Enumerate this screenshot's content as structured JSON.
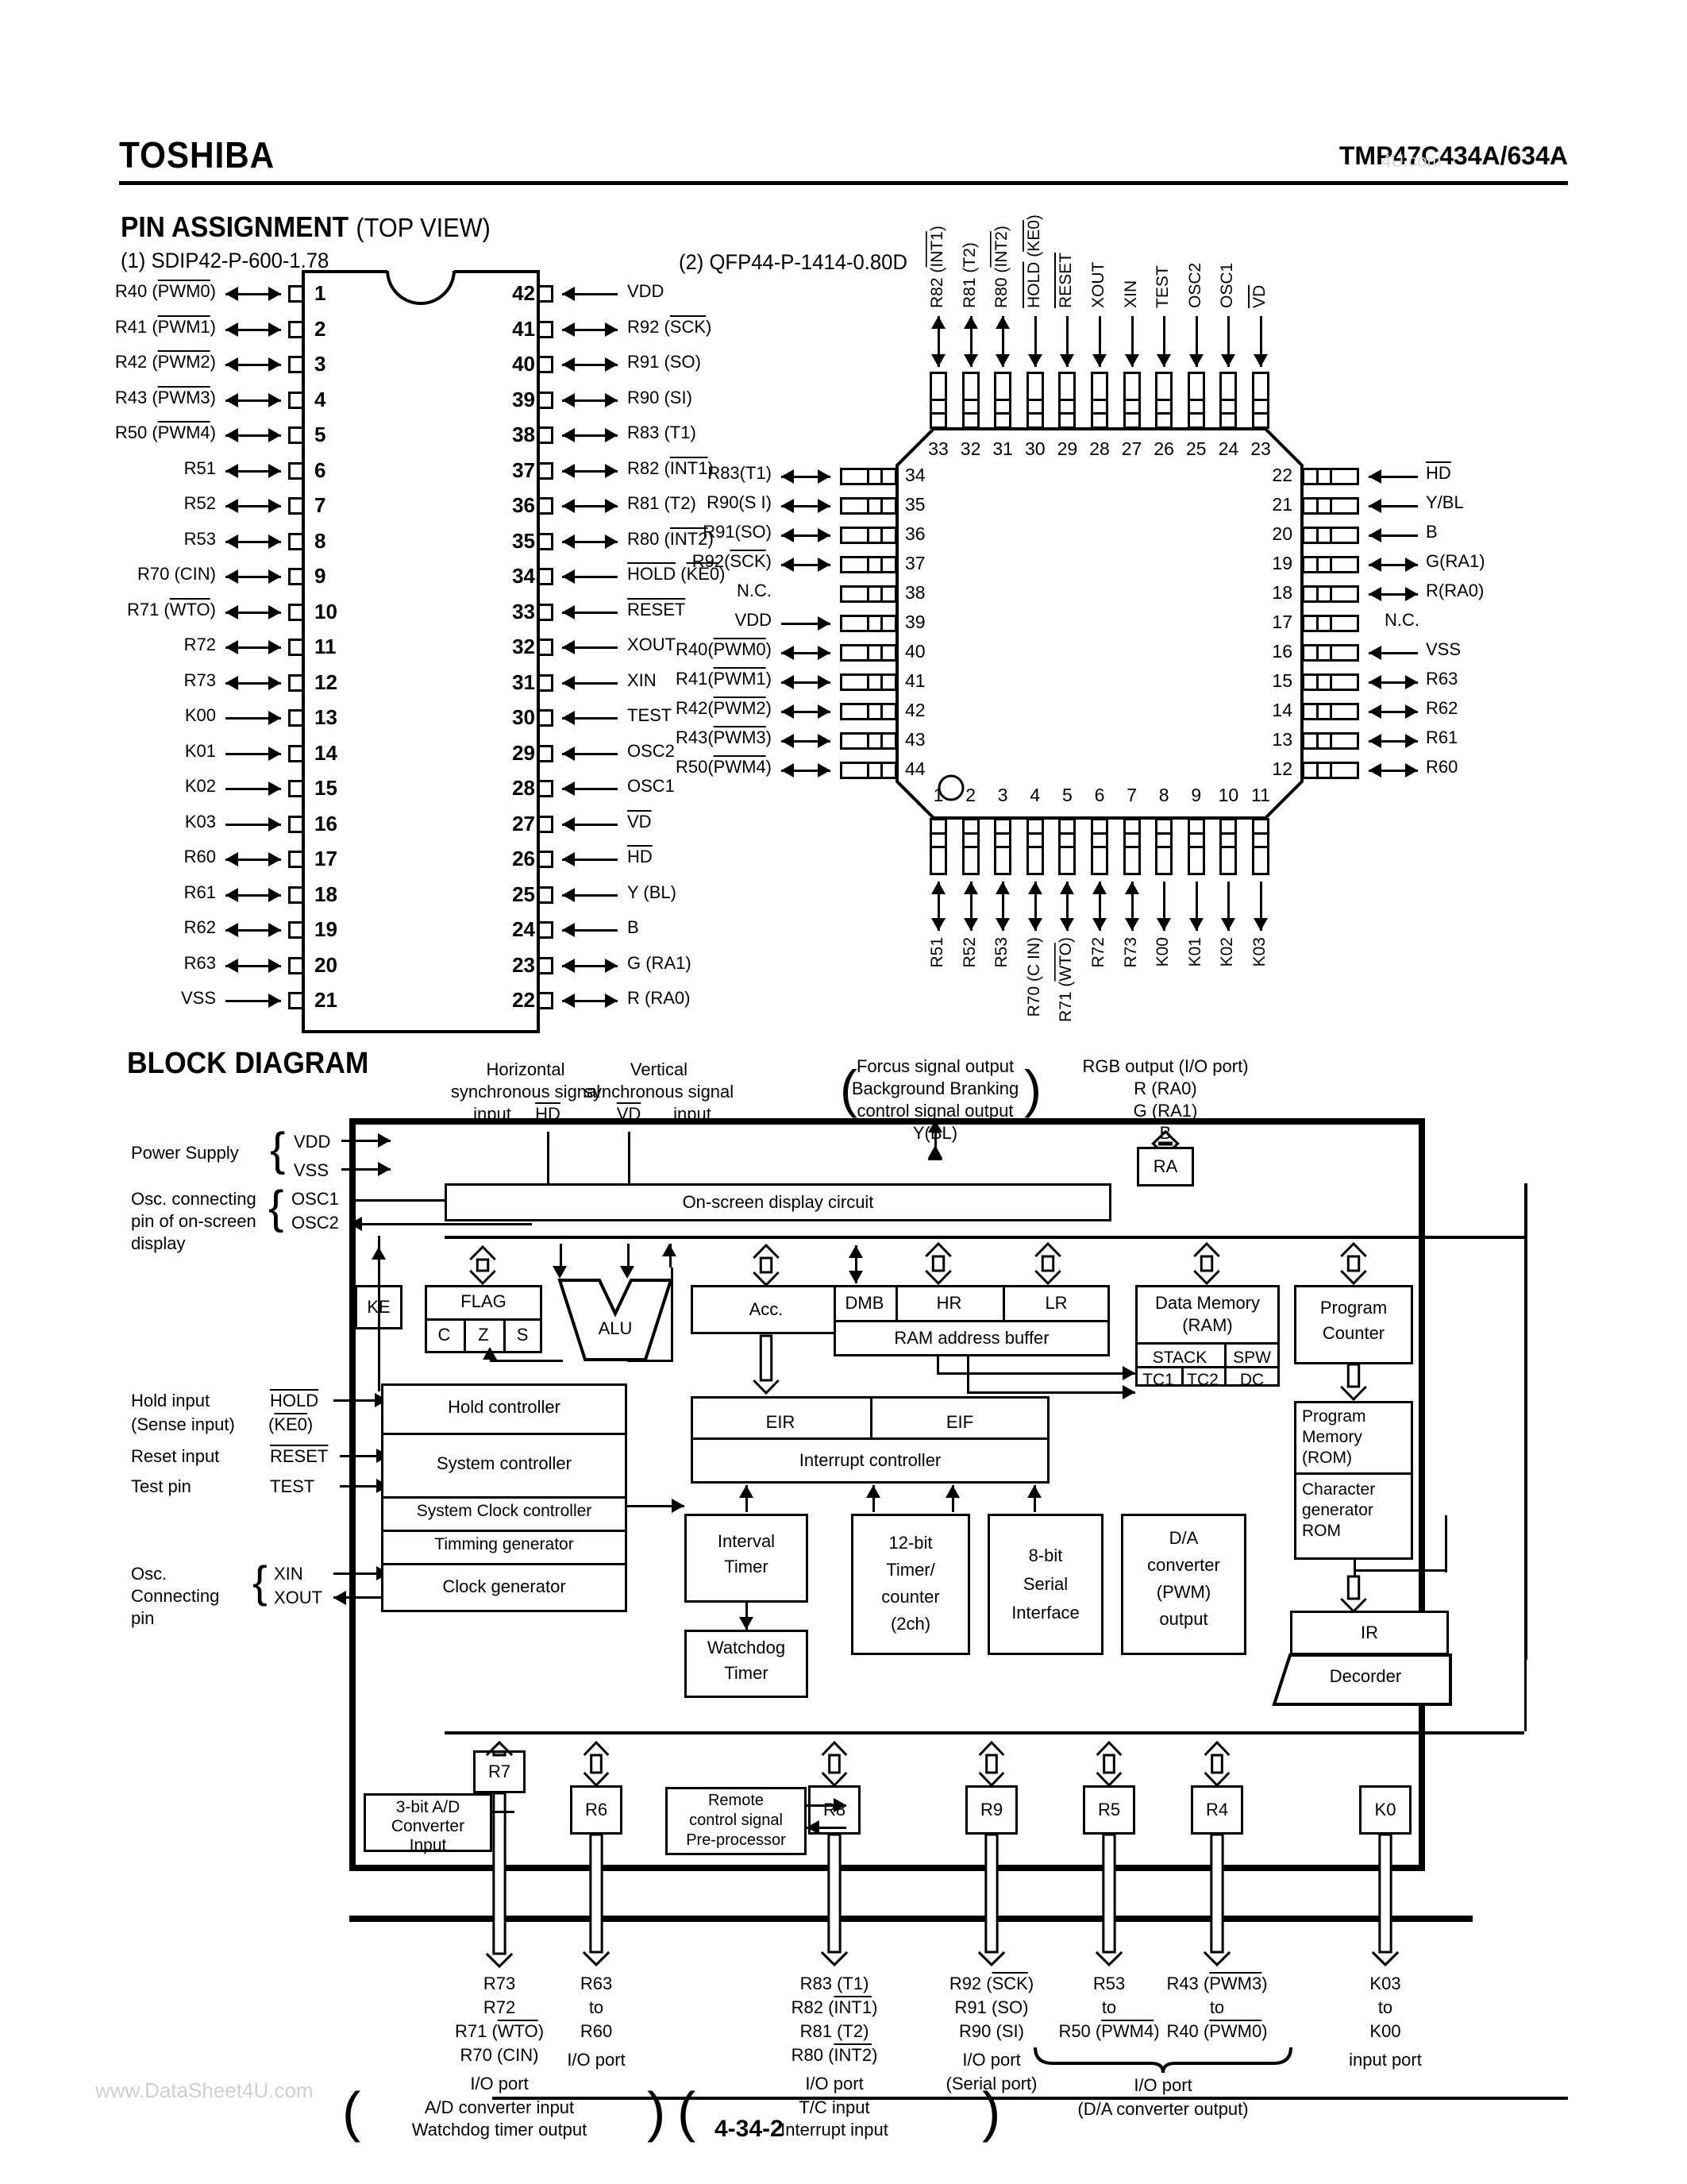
{
  "header": {
    "logo": "TOSHIBA",
    "part_number": "TMP47C434A/634A",
    "watermark": "4U.com"
  },
  "sections": {
    "pin_assignment_title": "PIN ASSIGNMENT",
    "pin_assignment_suffix": "(TOP VIEW)",
    "package1_label": "(1)  SDIP42-P-600-1.78",
    "package2_label": "(2)  QFP44-P-1414-0.80D",
    "block_diagram_title": "BLOCK DIAGRAM"
  },
  "sdip42": {
    "left_pins": [
      {
        "num": "1",
        "name": "R40 (PWM0)",
        "ovl": "PWM0",
        "dir": "bi"
      },
      {
        "num": "2",
        "name": "R41 (PWM1)",
        "ovl": "PWM1",
        "dir": "bi"
      },
      {
        "num": "3",
        "name": "R42 (PWM2)",
        "ovl": "PWM2",
        "dir": "bi"
      },
      {
        "num": "4",
        "name": "R43 (PWM3)",
        "ovl": "PWM3",
        "dir": "bi"
      },
      {
        "num": "5",
        "name": "R50 (PWM4)",
        "ovl": "PWM4",
        "dir": "bi"
      },
      {
        "num": "6",
        "name": "R51",
        "ovl": "",
        "dir": "bi"
      },
      {
        "num": "7",
        "name": "R52",
        "ovl": "",
        "dir": "bi"
      },
      {
        "num": "8",
        "name": "R53",
        "ovl": "",
        "dir": "bi"
      },
      {
        "num": "9",
        "name": "R70 (CIN)",
        "ovl": "",
        "dir": "bi"
      },
      {
        "num": "10",
        "name": "R71 (WTO)",
        "ovl": "WTO",
        "dir": "bi"
      },
      {
        "num": "11",
        "name": "R72",
        "ovl": "",
        "dir": "bi"
      },
      {
        "num": "12",
        "name": "R73",
        "ovl": "",
        "dir": "bi"
      },
      {
        "num": "13",
        "name": "K00",
        "ovl": "",
        "dir": "in"
      },
      {
        "num": "14",
        "name": "K01",
        "ovl": "",
        "dir": "in"
      },
      {
        "num": "15",
        "name": "K02",
        "ovl": "",
        "dir": "in"
      },
      {
        "num": "16",
        "name": "K03",
        "ovl": "",
        "dir": "in"
      },
      {
        "num": "17",
        "name": "R60",
        "ovl": "",
        "dir": "bi"
      },
      {
        "num": "18",
        "name": "R61",
        "ovl": "",
        "dir": "bi"
      },
      {
        "num": "19",
        "name": "R62",
        "ovl": "",
        "dir": "bi"
      },
      {
        "num": "20",
        "name": "R63",
        "ovl": "",
        "dir": "bi"
      },
      {
        "num": "21",
        "name": "VSS",
        "ovl": "",
        "dir": "in"
      }
    ],
    "right_pins": [
      {
        "num": "42",
        "name": "VDD",
        "ovl": "",
        "dir": "in"
      },
      {
        "num": "41",
        "name": "R92 (SCK)",
        "ovl": "SCK",
        "dir": "bi"
      },
      {
        "num": "40",
        "name": "R91 (SO)",
        "ovl": "",
        "dir": "bi"
      },
      {
        "num": "39",
        "name": "R90 (SI)",
        "ovl": "",
        "dir": "bi"
      },
      {
        "num": "38",
        "name": "R83 (T1)",
        "ovl": "",
        "dir": "bi"
      },
      {
        "num": "37",
        "name": "R82 (INT1)",
        "ovl": "INT1",
        "dir": "bi"
      },
      {
        "num": "36",
        "name": "R81 (T2)",
        "ovl": "",
        "dir": "bi"
      },
      {
        "num": "35",
        "name": "R80 (INT2)",
        "ovl": "INT2",
        "dir": "bi"
      },
      {
        "num": "34",
        "name": "HOLD (KE0)",
        "ovl": "both",
        "dir": "in"
      },
      {
        "num": "33",
        "name": "RESET",
        "ovl": "RESET",
        "dir": "in"
      },
      {
        "num": "32",
        "name": "XOUT",
        "ovl": "",
        "dir": "out"
      },
      {
        "num": "31",
        "name": "XIN",
        "ovl": "",
        "dir": "in"
      },
      {
        "num": "30",
        "name": "TEST",
        "ovl": "",
        "dir": "in"
      },
      {
        "num": "29",
        "name": "OSC2",
        "ovl": "",
        "dir": "out"
      },
      {
        "num": "28",
        "name": "OSC1",
        "ovl": "",
        "dir": "in"
      },
      {
        "num": "27",
        "name": "VD",
        "ovl": "VD",
        "dir": "in"
      },
      {
        "num": "26",
        "name": "HD",
        "ovl": "HD",
        "dir": "in"
      },
      {
        "num": "25",
        "name": "Y (BL)",
        "ovl": "",
        "dir": "out"
      },
      {
        "num": "24",
        "name": "B",
        "ovl": "",
        "dir": "out"
      },
      {
        "num": "23",
        "name": "G (RA1)",
        "ovl": "",
        "dir": "bi"
      },
      {
        "num": "22",
        "name": "R (RA0)",
        "ovl": "",
        "dir": "bi"
      }
    ]
  },
  "qfp44": {
    "top_pins": [
      {
        "num": "33",
        "name": "R82 (INT1)",
        "ovl": "INT1",
        "dir": "bi"
      },
      {
        "num": "32",
        "name": "R81 (T2)",
        "ovl": "",
        "dir": "bi"
      },
      {
        "num": "31",
        "name": "R80 (INT2)",
        "ovl": "INT2",
        "dir": "bi"
      },
      {
        "num": "30",
        "name": "HOLD (KE0)",
        "ovl": "both",
        "dir": "in"
      },
      {
        "num": "29",
        "name": "RESET",
        "ovl": "RESET",
        "dir": "in"
      },
      {
        "num": "28",
        "name": "XOUT",
        "ovl": "",
        "dir": "out"
      },
      {
        "num": "27",
        "name": "XIN",
        "ovl": "",
        "dir": "in"
      },
      {
        "num": "26",
        "name": "TEST",
        "ovl": "",
        "dir": "in"
      },
      {
        "num": "25",
        "name": "OSC2",
        "ovl": "",
        "dir": "out"
      },
      {
        "num": "24",
        "name": "OSC1",
        "ovl": "",
        "dir": "in"
      },
      {
        "num": "23",
        "name": "VD",
        "ovl": "VD",
        "dir": "in"
      }
    ],
    "left_pins": [
      {
        "num": "34",
        "name": "R83(T1)",
        "ovl": "",
        "dir": "bi"
      },
      {
        "num": "35",
        "name": "R90(S I)",
        "ovl": "",
        "dir": "bi"
      },
      {
        "num": "36",
        "name": "R91(SO)",
        "ovl": "",
        "dir": "bi"
      },
      {
        "num": "37",
        "name": "R92(SCK)",
        "ovl": "SCK",
        "dir": "bi"
      },
      {
        "num": "38",
        "name": "N.C.",
        "ovl": "",
        "dir": "none"
      },
      {
        "num": "39",
        "name": "VDD",
        "ovl": "",
        "dir": "in"
      },
      {
        "num": "40",
        "name": "R40(PWM0)",
        "ovl": "PWM0",
        "dir": "bi"
      },
      {
        "num": "41",
        "name": "R41(PWM1)",
        "ovl": "PWM1",
        "dir": "bi"
      },
      {
        "num": "42",
        "name": "R42(PWM2)",
        "ovl": "PWM2",
        "dir": "bi"
      },
      {
        "num": "43",
        "name": "R43(PWM3)",
        "ovl": "PWM3",
        "dir": "bi"
      },
      {
        "num": "44",
        "name": "R50(PWM4)",
        "ovl": "PWM4",
        "dir": "bi"
      }
    ],
    "right_pins": [
      {
        "num": "22",
        "name": "HD",
        "ovl": "HD",
        "dir": "in"
      },
      {
        "num": "21",
        "name": "Y/BL",
        "ovl": "",
        "dir": "out"
      },
      {
        "num": "20",
        "name": "B",
        "ovl": "",
        "dir": "out"
      },
      {
        "num": "19",
        "name": "G(RA1)",
        "ovl": "",
        "dir": "bi"
      },
      {
        "num": "18",
        "name": "R(RA0)",
        "ovl": "",
        "dir": "bi"
      },
      {
        "num": "17",
        "name": "N.C.",
        "ovl": "",
        "dir": "none"
      },
      {
        "num": "16",
        "name": "VSS",
        "ovl": "",
        "dir": "in"
      },
      {
        "num": "15",
        "name": "R63",
        "ovl": "",
        "dir": "bi"
      },
      {
        "num": "14",
        "name": "R62",
        "ovl": "",
        "dir": "bi"
      },
      {
        "num": "13",
        "name": "R61",
        "ovl": "",
        "dir": "bi"
      },
      {
        "num": "12",
        "name": "R60",
        "ovl": "",
        "dir": "bi"
      }
    ],
    "bottom_pins": [
      {
        "num": "1",
        "name": "R51",
        "ovl": "",
        "dir": "bi"
      },
      {
        "num": "2",
        "name": "R52",
        "ovl": "",
        "dir": "bi"
      },
      {
        "num": "3",
        "name": "R53",
        "ovl": "",
        "dir": "bi"
      },
      {
        "num": "4",
        "name": "R70 (C IN)",
        "ovl": "",
        "dir": "bi"
      },
      {
        "num": "5",
        "name": "R71 (WTO)",
        "ovl": "WTO",
        "dir": "bi"
      },
      {
        "num": "6",
        "name": "R72",
        "ovl": "",
        "dir": "bi"
      },
      {
        "num": "7",
        "name": "R73",
        "ovl": "",
        "dir": "bi"
      },
      {
        "num": "8",
        "name": "K00",
        "ovl": "",
        "dir": "in"
      },
      {
        "num": "9",
        "name": "K01",
        "ovl": "",
        "dir": "in"
      },
      {
        "num": "10",
        "name": "K02",
        "ovl": "",
        "dir": "in"
      },
      {
        "num": "11",
        "name": "K03",
        "ovl": "",
        "dir": "in"
      }
    ]
  },
  "block_diagram": {
    "top_labels": {
      "hd_l1": "Horizontal",
      "hd_l2": "synchronous signal",
      "hd_l3": "input",
      "hd_sig": "HD",
      "vd_l1": "Vertical",
      "vd_l2": "synchronous signal",
      "vd_l3": "input",
      "vd_sig": "VD",
      "y_l1": "Forcus signal output",
      "y_l2": "Background Branking",
      "y_l3": "control signal output",
      "y_sig": "Y(BL)",
      "rgb_l1": "RGB output (I/O port)",
      "rgb_l2": "R (RA0)",
      "rgb_l3": "G (RA1)",
      "rgb_l4": "B"
    },
    "left_labels": {
      "power_supply": "Power Supply",
      "vdd": "VDD",
      "vss": "VSS",
      "osc_l1": "Osc. connecting",
      "osc_l2": "pin of on-screen",
      "osc_l3": "display",
      "osc1": "OSC1",
      "osc2": "OSC2",
      "hold_l1": "Hold input",
      "hold_l2": "(Sense input)",
      "hold_sig": "HOLD",
      "ke0_sig": "(KE0)",
      "reset_label": "Reset input",
      "reset_sig": "RESET",
      "test_label": "Test pin",
      "test_sig": "TEST",
      "osc2_l1": "Osc.",
      "osc2_l2": "Connecting",
      "osc2_l3": "pin",
      "xin": "XIN",
      "xout": "XOUT"
    },
    "blocks": {
      "osd": "On-screen display circuit",
      "ra": "RA",
      "ke": "KE",
      "flag": "FLAG",
      "flag_c": "C",
      "flag_z": "Z",
      "flag_s": "S",
      "alu": "ALU",
      "acc": "Acc.",
      "dmb": "DMB",
      "hr": "HR",
      "lr": "LR",
      "ram_addr_buffer": "RAM address buffer",
      "data_memory": "Data Memory\n(RAM)",
      "data_memory_l1": "Data Memory",
      "data_memory_l2": "(RAM)",
      "stack": "STACK",
      "spw": "SPW",
      "tc1": "TC1",
      "tc2": "TC2",
      "dc": "DC",
      "program_counter_l1": "Program",
      "program_counter_l2": "Counter",
      "program_memory_l1": "Program",
      "program_memory_l2": "Memory",
      "program_memory_l3": "(ROM)",
      "chargen_l1": "Character",
      "chargen_l2": "generator",
      "chargen_l3": "ROM",
      "ir": "IR",
      "decorder": "Decorder",
      "hold_controller": "Hold controller",
      "system_controller": "System controller",
      "system_clock_controller": "System Clock controller",
      "timming_generator": "Timming generator",
      "clock_generator": "Clock generator",
      "eir": "EIR",
      "eif": "EIF",
      "interrupt_controller": "Interrupt controller",
      "interval_timer_l1": "Interval",
      "interval_timer_l2": "Timer",
      "watchdog_l1": "Watchdog",
      "watchdog_l2": "Timer",
      "timer_counter_l1": "12-bit",
      "timer_counter_l2": "Timer/",
      "timer_counter_l3": "counter",
      "timer_counter_l4": "(2ch)",
      "serial_l1": "8-bit",
      "serial_l2": "Serial",
      "serial_l3": "Interface",
      "da_l1": "D/A",
      "da_l2": "converter",
      "da_l3": "(PWM)",
      "da_l4": "output",
      "adc_l1": "3-bit A/D",
      "adc_l2": "Converter",
      "adc_l3": "Input",
      "remote_l1": "Remote",
      "remote_l2": "control signal",
      "remote_l3": "Pre-processor",
      "r7": "R7",
      "r6": "R6",
      "r8": "R8",
      "r9": "R9",
      "r5": "R5",
      "r4": "R4",
      "k0": "K0"
    },
    "bottom_groups": [
      {
        "lines": [
          "R73",
          "R72",
          "R71 (WTO)",
          "R70 (CIN)"
        ],
        "ovl": [
          "",
          "",
          "WTO",
          ""
        ],
        "port": "I/O port",
        "paren_l1": "A/D converter input",
        "paren_l2": "Watchdog timer output"
      },
      {
        "lines": [
          "R63",
          "to",
          "R60"
        ],
        "ovl": [
          "",
          "",
          ""
        ],
        "port": "I/O port",
        "paren_l1": "",
        "paren_l2": ""
      },
      {
        "lines": [
          "R83 (T1)",
          "R82 (INT1)",
          "R81 (T2)",
          "R80 (INT2)"
        ],
        "ovl": [
          "",
          "INT1",
          "",
          "INT2"
        ],
        "port": "I/O port",
        "paren_l1": "T/C input",
        "paren_l2": "Interrupt input"
      },
      {
        "lines": [
          "R92 (SCK)",
          "R91 (SO)",
          "R90 (SI)"
        ],
        "ovl": [
          "SCK",
          "",
          ""
        ],
        "port": "I/O port",
        "paren_l1": "(Serial port)",
        "paren_l2": ""
      },
      {
        "lines": [
          "R53",
          "to",
          "R50 (PWM4)"
        ],
        "ovl": [
          "",
          "",
          "PWM4"
        ],
        "port": "",
        "paren_l1": "",
        "paren_l2": ""
      },
      {
        "lines": [
          "R43 (PWM3)",
          "to",
          "R40 (PWM0)"
        ],
        "ovl": [
          "PWM3",
          "",
          "PWM0"
        ],
        "port": "",
        "paren_l1": "",
        "paren_l2": ""
      },
      {
        "lines": [
          "K03",
          "to",
          "K00"
        ],
        "ovl": [
          "",
          "",
          ""
        ],
        "port": "input port",
        "paren_l1": "",
        "paren_l2": ""
      }
    ],
    "da_group_port": "I/O port",
    "da_group_paren": "(D/A converter output)"
  },
  "footer": {
    "watermark": "www.DataSheet4U.com",
    "page": "4-34-2"
  }
}
